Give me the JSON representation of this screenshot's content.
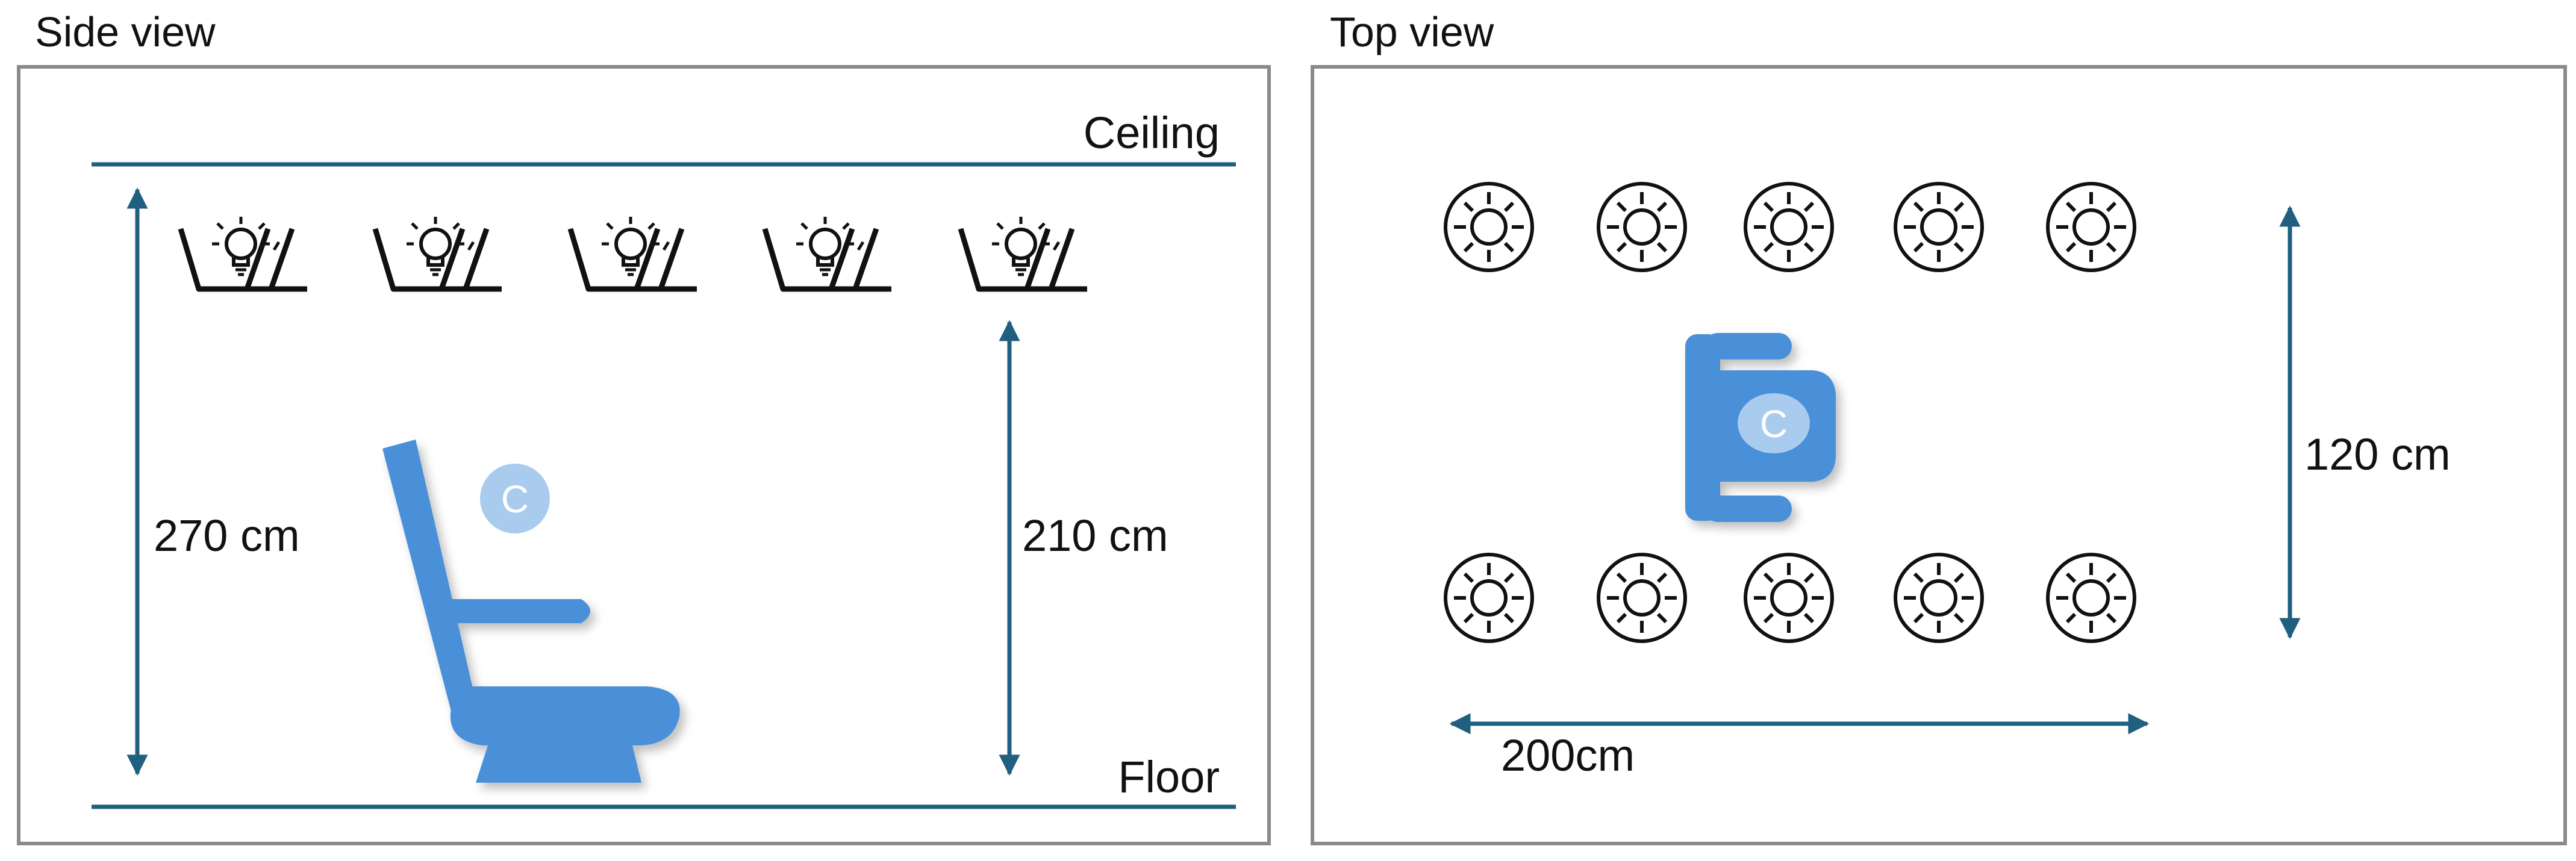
{
  "side_view": {
    "title": "Side view",
    "ceiling_label": "Ceiling",
    "floor_label": "Floor",
    "room_height_label": "270 cm",
    "lamp_height_label": "210 cm",
    "camera_label": "C"
  },
  "top_view": {
    "title": "Top view",
    "width_label": "120 cm",
    "length_label": "200cm",
    "camera_label": "C"
  },
  "colors": {
    "line_accent": "#1f5f7f",
    "seat_blue": "#4a90d9",
    "camera_badge": "#a9cbee",
    "frame": "#8a8a8a"
  },
  "icons": {
    "side_light": "ceiling-light-fixture-icon",
    "top_light": "light-top-view-icon",
    "seat": "seat-icon"
  }
}
